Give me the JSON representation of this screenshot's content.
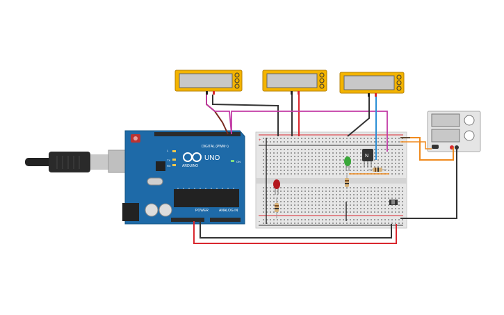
{
  "arduino": {
    "brand": "ARDUINO",
    "model": "UNO",
    "digital_header_label": "DIGITAL (PWM~)",
    "power_label": "POWER",
    "analog_label": "ANALOG IN",
    "led_labels": [
      "L",
      "TX",
      "RX"
    ],
    "on_label": "ON",
    "board_color": "#1e6aa8"
  },
  "multimeters": [
    {
      "name": "multimeter-1",
      "display": ""
    },
    {
      "name": "multimeter-2",
      "display": ""
    },
    {
      "name": "multimeter-3",
      "display": ""
    }
  ],
  "breadboard": {
    "rail_plus": "+",
    "rail_minus": "-"
  },
  "power_supply": {
    "display_top": "",
    "display_bottom": ""
  },
  "wire_colors": {
    "red": "#d9272e",
    "black": "#333333",
    "magenta": "#c23aa5",
    "blue": "#2b8fd6",
    "orange": "#f08a1d",
    "brown": "#7a4a1e"
  },
  "components": {
    "transistor_label": "N",
    "red_led_color": "#b3181e",
    "green_led_color": "#3aa83a"
  }
}
